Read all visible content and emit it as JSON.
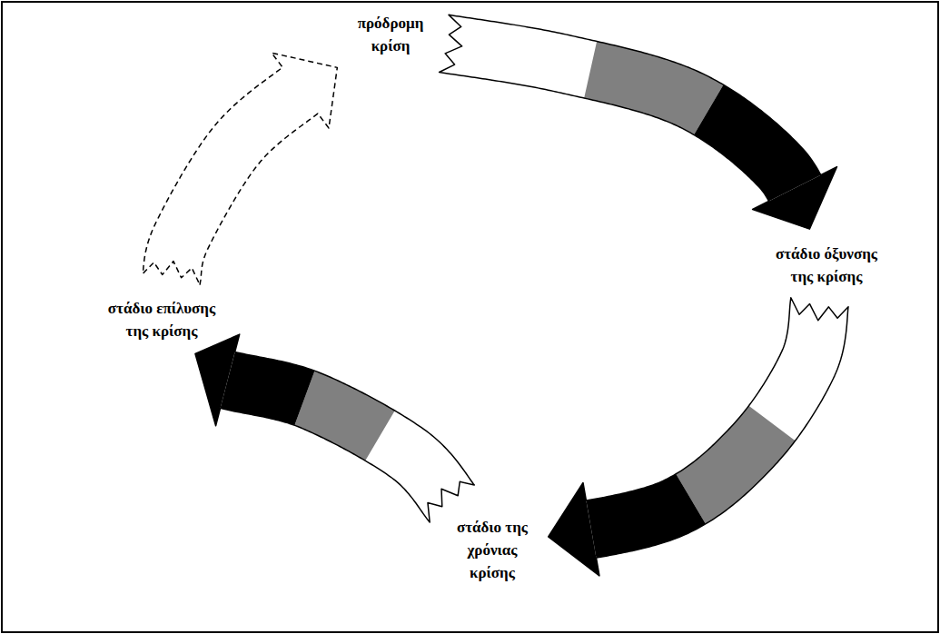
{
  "diagram": {
    "nodes": [
      {
        "text": [
          "πρόδρομη κρίση"
        ]
      },
      {
        "text": [
          "στάδιο όξυνσης της κρίσης"
        ]
      },
      {
        "text": [
          "στάδιο της χρόνιας κρίσης"
        ]
      },
      {
        "text": [
          "στάδιο επίλυσης της κρίσης"
        ]
      }
    ],
    "edges": [
      {
        "from": 0,
        "to": 1,
        "arrow": "to"
      },
      {
        "from": 1,
        "to": 2,
        "arrow": "to"
      },
      {
        "from": 2,
        "to": 3,
        "arrow": "to"
      },
      {
        "from": 3,
        "to": 0,
        "arrow": "to"
      }
    ]
  }
}
